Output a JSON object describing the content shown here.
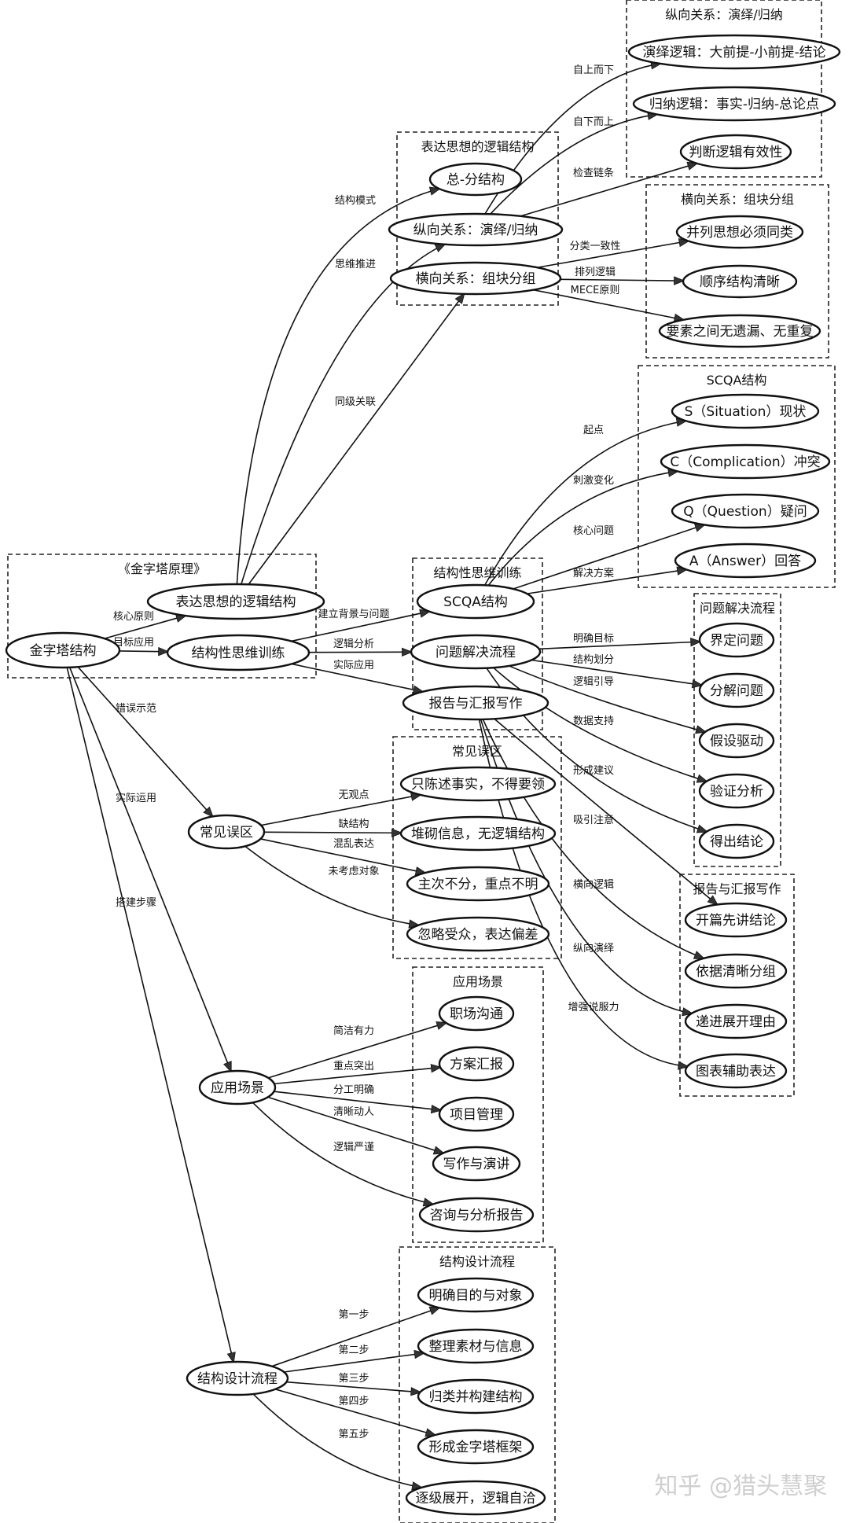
{
  "title": "《金字塔原理》",
  "root": {
    "id": "root",
    "label": "金字塔结构"
  },
  "groups": [
    {
      "id": "g-book",
      "title": "《金字塔原理》"
    },
    {
      "id": "g-expr",
      "title": "表达思想的逻辑结构"
    },
    {
      "id": "g-vert",
      "title": "纵向关系：演绎/归纳"
    },
    {
      "id": "g-horz",
      "title": "横向关系：组块分组"
    },
    {
      "id": "g-scqa",
      "title": "SCQA结构"
    },
    {
      "id": "g-train",
      "title": "结构性思维训练"
    },
    {
      "id": "g-prob",
      "title": "问题解决流程"
    },
    {
      "id": "g-mist",
      "title": "常见误区"
    },
    {
      "id": "g-report",
      "title": "报告与汇报写作"
    },
    {
      "id": "g-scene",
      "title": "应用场景"
    },
    {
      "id": "g-design",
      "title": "结构设计流程"
    }
  ],
  "nodes": [
    {
      "id": "root",
      "label": "金字塔结构"
    },
    {
      "id": "expr",
      "label": "表达思想的逻辑结构"
    },
    {
      "id": "train",
      "label": "结构性思维训练"
    },
    {
      "id": "zongfen",
      "label": "总-分结构"
    },
    {
      "id": "vert",
      "label": "纵向关系：演绎/归纳"
    },
    {
      "id": "horz",
      "label": "横向关系：组块分组"
    },
    {
      "id": "deduct",
      "label": "演绎逻辑：大前提-小前提-结论"
    },
    {
      "id": "induct",
      "label": "归纳逻辑：事实-归纳-总论点"
    },
    {
      "id": "valid",
      "label": "判断逻辑有效性"
    },
    {
      "id": "parallel",
      "label": "并列思想必须同类"
    },
    {
      "id": "order",
      "label": "顺序结构清晰"
    },
    {
      "id": "mece",
      "label": "要素之间无遗漏、无重复"
    },
    {
      "id": "s",
      "label": "S（Situation）现状"
    },
    {
      "id": "c",
      "label": "C（Complication）冲突"
    },
    {
      "id": "q",
      "label": "Q（Question）疑问"
    },
    {
      "id": "a",
      "label": "A（Answer）回答"
    },
    {
      "id": "scqa",
      "label": "SCQA结构"
    },
    {
      "id": "prob",
      "label": "问题解决流程"
    },
    {
      "id": "report",
      "label": "报告与汇报写作"
    },
    {
      "id": "p1",
      "label": "界定问题"
    },
    {
      "id": "p2",
      "label": "分解问题"
    },
    {
      "id": "p3",
      "label": "假设驱动"
    },
    {
      "id": "p4",
      "label": "验证分析"
    },
    {
      "id": "p5",
      "label": "得出结论"
    },
    {
      "id": "mist",
      "label": "常见误区"
    },
    {
      "id": "m1",
      "label": "只陈述事实，不得要领"
    },
    {
      "id": "m2",
      "label": "堆砌信息，无逻辑结构"
    },
    {
      "id": "m3",
      "label": "主次不分，重点不明"
    },
    {
      "id": "m4",
      "label": "忽略受众，表达偏差"
    },
    {
      "id": "r1",
      "label": "开篇先讲结论"
    },
    {
      "id": "r2",
      "label": "依据清晰分组"
    },
    {
      "id": "r3",
      "label": "递进展开理由"
    },
    {
      "id": "r4",
      "label": "图表辅助表达"
    },
    {
      "id": "scene",
      "label": "应用场景"
    },
    {
      "id": "sc1",
      "label": "职场沟通"
    },
    {
      "id": "sc2",
      "label": "方案汇报"
    },
    {
      "id": "sc3",
      "label": "项目管理"
    },
    {
      "id": "sc4",
      "label": "写作与演讲"
    },
    {
      "id": "sc5",
      "label": "咨询与分析报告"
    },
    {
      "id": "design",
      "label": "结构设计流程"
    },
    {
      "id": "d1",
      "label": "明确目的与对象"
    },
    {
      "id": "d2",
      "label": "整理素材与信息"
    },
    {
      "id": "d3",
      "label": "归类并构建结构"
    },
    {
      "id": "d4",
      "label": "形成金字塔框架"
    },
    {
      "id": "d5",
      "label": "逐级展开，逻辑自洽"
    }
  ],
  "edges": [
    {
      "from": "root",
      "to": "expr",
      "label": "核心原则"
    },
    {
      "from": "root",
      "to": "train",
      "label": "目标应用"
    },
    {
      "from": "expr",
      "to": "zongfen",
      "label": "结构模式"
    },
    {
      "from": "expr",
      "to": "vert",
      "label": "思维推进"
    },
    {
      "from": "expr",
      "to": "horz",
      "label": "同级关联"
    },
    {
      "from": "vert",
      "to": "deduct",
      "label": "自上而下"
    },
    {
      "from": "vert",
      "to": "induct",
      "label": "自下而上"
    },
    {
      "from": "vert",
      "to": "valid",
      "label": "检查链条"
    },
    {
      "from": "horz",
      "to": "parallel",
      "label": "分类一致性"
    },
    {
      "from": "horz",
      "to": "order",
      "label": "排列逻辑"
    },
    {
      "from": "horz",
      "to": "mece",
      "label": "MECE原则"
    },
    {
      "from": "train",
      "to": "scqa",
      "label": "建立背景与问题"
    },
    {
      "from": "train",
      "to": "prob",
      "label": "逻辑分析"
    },
    {
      "from": "train",
      "to": "report",
      "label": "实际应用"
    },
    {
      "from": "scqa",
      "to": "s",
      "label": "起点"
    },
    {
      "from": "scqa",
      "to": "c",
      "label": "刺激变化"
    },
    {
      "from": "scqa",
      "to": "q",
      "label": "核心问题"
    },
    {
      "from": "scqa",
      "to": "a",
      "label": "解决方案"
    },
    {
      "from": "prob",
      "to": "p1",
      "label": "明确目标"
    },
    {
      "from": "prob",
      "to": "p2",
      "label": "结构划分"
    },
    {
      "from": "prob",
      "to": "p3",
      "label": "逻辑引导"
    },
    {
      "from": "prob",
      "to": "p4",
      "label": "数据支持"
    },
    {
      "from": "prob",
      "to": "p5",
      "label": "形成建议"
    },
    {
      "from": "report",
      "to": "r1",
      "label": "吸引注意"
    },
    {
      "from": "report",
      "to": "r2",
      "label": "横向逻辑"
    },
    {
      "from": "report",
      "to": "r3",
      "label": "纵向演绎"
    },
    {
      "from": "report",
      "to": "r4",
      "label": "增强说服力"
    },
    {
      "from": "root",
      "to": "mist",
      "label": "错误示范"
    },
    {
      "from": "root",
      "to": "scene",
      "label": "实际运用"
    },
    {
      "from": "root",
      "to": "design",
      "label": "搭建步骤"
    },
    {
      "from": "mist",
      "to": "m1",
      "label": "无观点"
    },
    {
      "from": "mist",
      "to": "m2",
      "label": "缺结构"
    },
    {
      "from": "mist",
      "to": "m3",
      "label": "混乱表达"
    },
    {
      "from": "mist",
      "to": "m4",
      "label": "未考虑对象"
    },
    {
      "from": "scene",
      "to": "sc1",
      "label": "简洁有力"
    },
    {
      "from": "scene",
      "to": "sc2",
      "label": "重点突出"
    },
    {
      "from": "scene",
      "to": "sc3",
      "label": "分工明确"
    },
    {
      "from": "scene",
      "to": "sc4",
      "label": "清晰动人"
    },
    {
      "from": "scene",
      "to": "sc5",
      "label": "逻辑严谨"
    },
    {
      "from": "design",
      "to": "d1",
      "label": "第一步"
    },
    {
      "from": "design",
      "to": "d2",
      "label": "第二步"
    },
    {
      "from": "design",
      "to": "d3",
      "label": "第三步"
    },
    {
      "from": "design",
      "to": "d4",
      "label": "第四步"
    },
    {
      "from": "design",
      "to": "d5",
      "label": "第五步"
    }
  ],
  "watermark": "知乎 @猎头慧聚"
}
